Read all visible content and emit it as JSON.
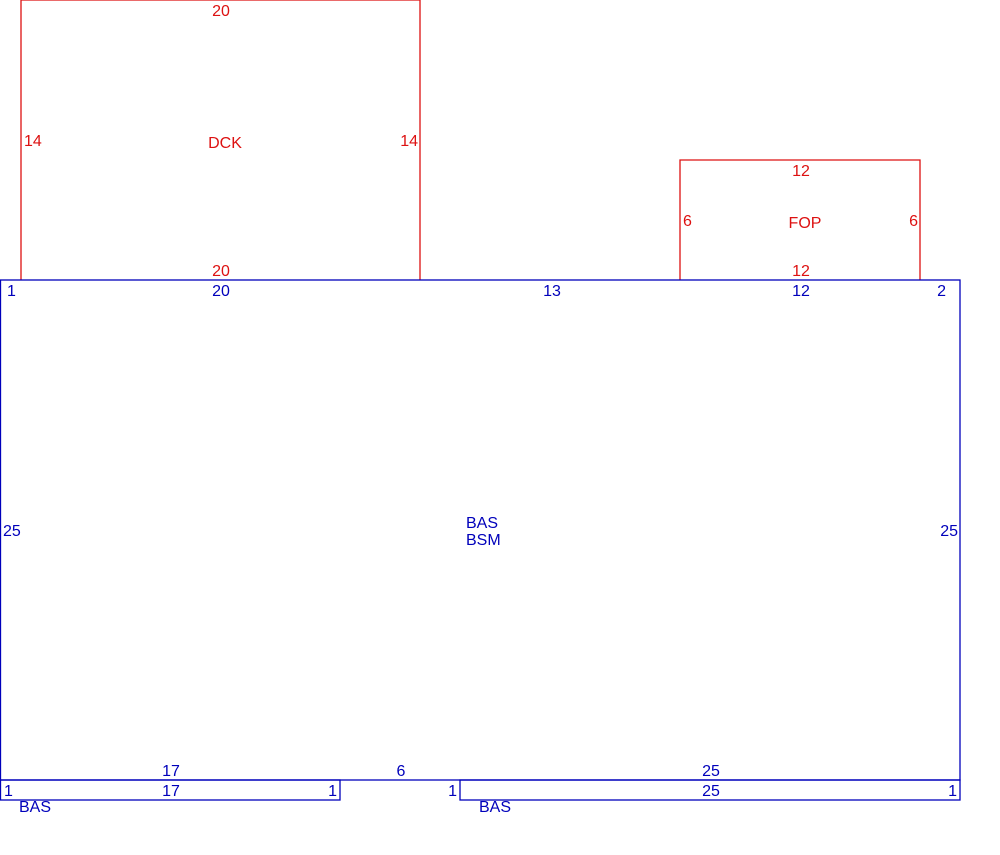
{
  "colors": {
    "addition": "#dd1111",
    "base": "#0000bb",
    "background": "#ffffff"
  },
  "deck": {
    "label": "DCK",
    "dims": {
      "top": "20",
      "left": "14",
      "right": "14",
      "bottom": "20"
    }
  },
  "porch": {
    "label": "FOP",
    "dims": {
      "top": "12",
      "left": "6",
      "right": "6",
      "bottom": "12"
    }
  },
  "main": {
    "label_line1": "BAS",
    "label_line2": "BSM",
    "dims": {
      "corner_left": "1",
      "top_seg1": "20",
      "top_seg2": "13",
      "top_seg3": "12",
      "corner_right": "2",
      "left": "25",
      "right": "25",
      "bottom_seg1": "17",
      "bottom_seg2": "6",
      "bottom_seg3": "25"
    }
  },
  "left_strip": {
    "label": "BAS",
    "dims": {
      "left": "1",
      "top": "17",
      "right": "1"
    }
  },
  "right_strip": {
    "label": "BAS",
    "dims": {
      "left": "1",
      "top": "25",
      "right": "1"
    }
  }
}
